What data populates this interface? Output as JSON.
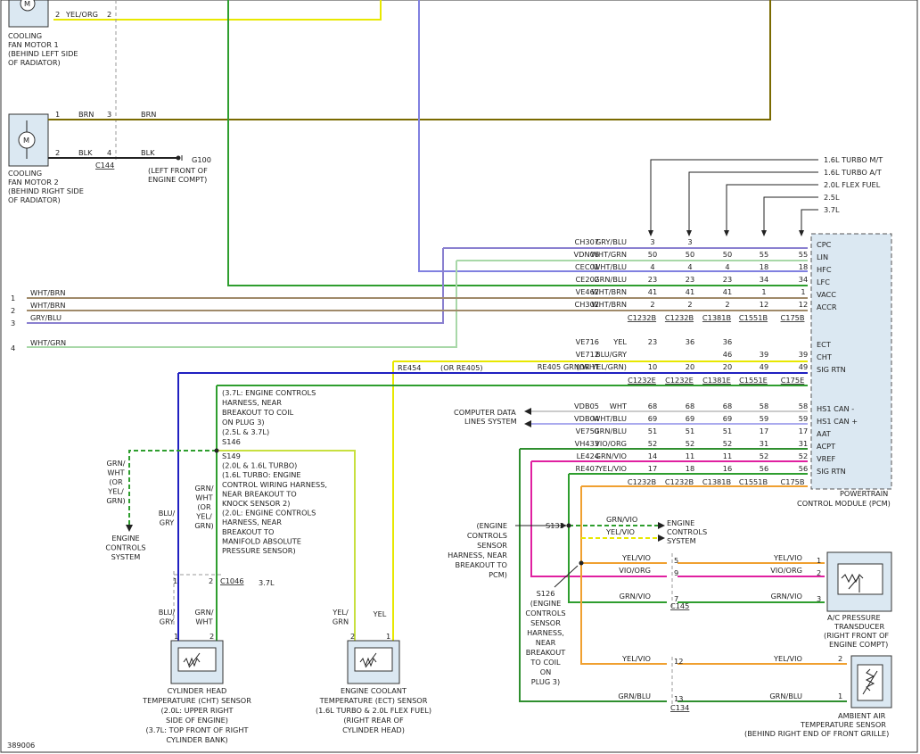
{
  "diagram_id": "389006",
  "colors": {
    "yel_org": "#e8e800",
    "brn": "#7a6a00",
    "blk": "#222222",
    "grn": "#2e9e2e",
    "vio": "#9a8ad8",
    "gry_blu": "#8a80d0",
    "wht_blu": "#8080e0",
    "grn_blu": "#2f8f2f",
    "wht_brn": "#a08a6a",
    "blu": "#2020c0",
    "yel": "#e8e800",
    "yel_vio": "#f0a030",
    "vio_org": "#e020a0",
    "grn_vio": "#2e9e2e",
    "wht_grn": "#a8d8a8",
    "yel_grn": "#c8e040"
  },
  "fan_motor_1": {
    "label": [
      "COOLING",
      "FAN MOTOR 1",
      "(BEHIND LEFT SIDE",
      "OF RADIATOR)"
    ],
    "pin": "2",
    "wire": "YEL/ORG",
    "cpin": "2"
  },
  "fan_motor_2": {
    "label": [
      "COOLING",
      "FAN MOTOR 2",
      "(BEHIND RIGHT SIDE",
      "OF RADIATOR)"
    ],
    "pin1": "1",
    "pin2": "2",
    "wire1": "BRN",
    "wire2": "BLK",
    "cpin1": "3",
    "cpin2": "4",
    "wire1b": "BRN",
    "wire2b": "BLK",
    "connector": "C144"
  },
  "ground": {
    "name": "G100",
    "label": [
      "(LEFT FRONT OF",
      "ENGINE COMPT)"
    ]
  },
  "variants": [
    "1.6L TURBO M/T",
    "1.6L TURBO A/T",
    "2.0L FLEX FUEL",
    "2.5L",
    "3.7L"
  ],
  "pcm_top_rows": [
    {
      "circuit": "CH307",
      "color": "GRY/BLU",
      "pins": [
        "3",
        "3",
        "",
        "",
        ""
      ],
      "pcm": "CPC"
    },
    {
      "circuit": "VDN06",
      "color": "WHT/GRN",
      "pins": [
        "50",
        "50",
        "50",
        "55",
        "55"
      ],
      "pcm": "LIN"
    },
    {
      "circuit": "CEC01",
      "color": "WHT/BLU",
      "pins": [
        "4",
        "4",
        "4",
        "18",
        "18"
      ],
      "pcm": "HFC"
    },
    {
      "circuit": "CE202",
      "color": "GRN/BLU",
      "pins": [
        "23",
        "23",
        "23",
        "34",
        "34"
      ],
      "pcm": "LFC"
    },
    {
      "circuit": "VE462",
      "color": "WHT/BRN",
      "pins": [
        "41",
        "41",
        "41",
        "1",
        "1"
      ],
      "pcm": "VACC"
    },
    {
      "circuit": "CH302",
      "color": "WHT/BRN",
      "pins": [
        "2",
        "2",
        "2",
        "12",
        "12"
      ],
      "pcm": "ACCR"
    }
  ],
  "connectors_b": [
    "C1232B",
    "C1232B",
    "C1381B",
    "C1551B",
    "C175B"
  ],
  "left_wires": [
    {
      "num": "1",
      "color": "WHT/BRN"
    },
    {
      "num": "2",
      "color": "WHT/BRN"
    },
    {
      "num": "3",
      "color": "GRY/BLU"
    },
    {
      "num": "4",
      "color": "WHT/GRN"
    }
  ],
  "pcm_mid_rows": [
    {
      "circuit": "VE716",
      "color": "YEL",
      "pins": [
        "23",
        "36",
        "36",
        "",
        ""
      ],
      "pcm": "ECT"
    },
    {
      "circuit": "VE712",
      "color": "BLU/GRY",
      "pins": [
        "",
        "",
        "46",
        "39",
        "39"
      ],
      "pcm": "CHT"
    },
    {
      "circuit": "RE405 GRN/WHT",
      "color": "(OR YEL/GRN)",
      "pins": [
        "10",
        "20",
        "20",
        "49",
        "49"
      ],
      "pcm": "SIG RTN"
    }
  ],
  "re454": {
    "a": "RE454",
    "b": "(OR RE405)"
  },
  "connectors_e": [
    "C1232E",
    "C1232E",
    "C1381E",
    "C1551E",
    "C175E"
  ],
  "computer_data": [
    "COMPUTER DATA",
    "LINES SYSTEM"
  ],
  "pcm_low_rows": [
    {
      "circuit": "VDB05",
      "color": "WHT",
      "pins": [
        "68",
        "68",
        "68",
        "58",
        "58"
      ],
      "pcm": "HS1 CAN -"
    },
    {
      "circuit": "VDB04",
      "color": "WHT/BLU",
      "pins": [
        "69",
        "69",
        "69",
        "59",
        "59"
      ],
      "pcm": "HS1 CAN +"
    },
    {
      "circuit": "VE750",
      "color": "GRN/BLU",
      "pins": [
        "51",
        "51",
        "51",
        "17",
        "17"
      ],
      "pcm": "AAT"
    },
    {
      "circuit": "VH433",
      "color": "VIO/ORG",
      "pins": [
        "52",
        "52",
        "52",
        "31",
        "31"
      ],
      "pcm": "ACPT"
    },
    {
      "circuit": "LE424",
      "color": "GRN/VIO",
      "pins": [
        "14",
        "11",
        "11",
        "52",
        "52"
      ],
      "pcm": "VREF"
    },
    {
      "circuit": "RE407",
      "color": "YEL/VIO",
      "pins": [
        "17",
        "18",
        "16",
        "56",
        "56"
      ],
      "pcm": "SIG RTN"
    }
  ],
  "pcm_label": [
    "POWERTRAIN",
    "CONTROL MODULE (PCM)"
  ],
  "s146_note": [
    "(3.7L: ENGINE CONTROLS",
    "HARNESS, NEAR",
    "BREAKOUT TO COIL",
    "ON PLUG 3)",
    "(2.5L & 3.7L)",
    "S146"
  ],
  "s149_note": [
    "S149",
    "(2.0L & 1.6L TURBO)",
    "(1.6L TURBO: ENGINE",
    "CONTROL WIRING HARNESS,",
    "NEAR BREAKOUT TO",
    "KNOCK SENSOR 2)",
    "(2.0L: ENGINE CONTROLS",
    "HARNESS, NEAR",
    "BREAKOUT TO",
    "MANIFOLD ABSOLUTE",
    "PRESSURE SENSOR)"
  ],
  "left_grn": [
    "GRN/",
    "WHT",
    "(OR",
    "YEL/",
    "GRN)"
  ],
  "engine_controls": [
    "ENGINE",
    "CONTROLS",
    "SYSTEM"
  ],
  "blu_gry": [
    "BLU/",
    "GRY"
  ],
  "grn_wht_or": [
    "GRN/",
    "WHT",
    "(OR",
    "YEL/",
    "GRN)"
  ],
  "c1046": {
    "name": "C1046",
    "variant": "3.7L",
    "pin1": "1",
    "pin2": "2"
  },
  "cht_wires": {
    "w1": [
      "BLU/",
      "GRY"
    ],
    "w2": [
      "GRN/",
      "WHT"
    ],
    "p1": "1",
    "p2": "2"
  },
  "cht_label": [
    "CYLINDER HEAD",
    "TEMPERATURE (CHT) SENSOR",
    "(2.0L: UPPER RIGHT",
    "SIDE OF ENGINE)",
    "(3.7L: TOP FRONT OF RIGHT",
    "CYLINDER BANK)"
  ],
  "ect_wires": {
    "w1": [
      "YEL/",
      "GRN"
    ],
    "w2": "YEL",
    "p1": "2",
    "p2": "1"
  },
  "ect_label": [
    "ENGINE COOLANT",
    "TEMPERATURE (ECT) SENSOR",
    "(1.6L TURBO & 2.0L FLEX FUEL)",
    "(RIGHT REAR OF",
    "CYLINDER HEAD)"
  ],
  "s133_note": [
    "(ENGINE",
    "CONTROLS",
    "SENSOR",
    "HARNESS, NEAR",
    "BREAKOUT TO",
    "PCM)"
  ],
  "s133": "S133",
  "s133_wires": [
    "GRN/VIO",
    "YEL/VIO"
  ],
  "s133_target": [
    "ENGINE",
    "CONTROLS",
    "SYSTEM"
  ],
  "s126_note": [
    "S126",
    "(ENGINE",
    "CONTROLS",
    "SENSOR",
    "HARNESS,",
    "NEAR",
    "BREAKOUT",
    "TO COIL",
    "ON",
    "PLUG 3)"
  ],
  "c145": {
    "name": "C145",
    "rows": [
      {
        "left": "YEL/VIO",
        "pin": "5",
        "right": "YEL/VIO",
        "spin": "1"
      },
      {
        "left": "VIO/ORG",
        "pin": "9",
        "right": "VIO/ORG",
        "spin": "2"
      },
      {
        "left": "GRN/VIO",
        "pin": "7",
        "right": "GRN/VIO",
        "spin": "3"
      }
    ]
  },
  "ac_label": [
    "A/C PRESSURE",
    "TRANSDUCER",
    "(RIGHT FRONT OF",
    "ENGINE COMPT)"
  ],
  "c134": {
    "name": "C134",
    "rows": [
      {
        "left": "YEL/VIO",
        "pin": "12",
        "right": "YEL/VIO",
        "spin": "2"
      },
      {
        "left": "GRN/BLU",
        "pin": "13",
        "right": "GRN/BLU",
        "spin": "1"
      }
    ]
  },
  "aat_label": [
    "AMBIENT AIR",
    "TEMPERATURE SENSOR",
    "(BEHIND RIGHT END OF FRONT GRILLE)"
  ]
}
